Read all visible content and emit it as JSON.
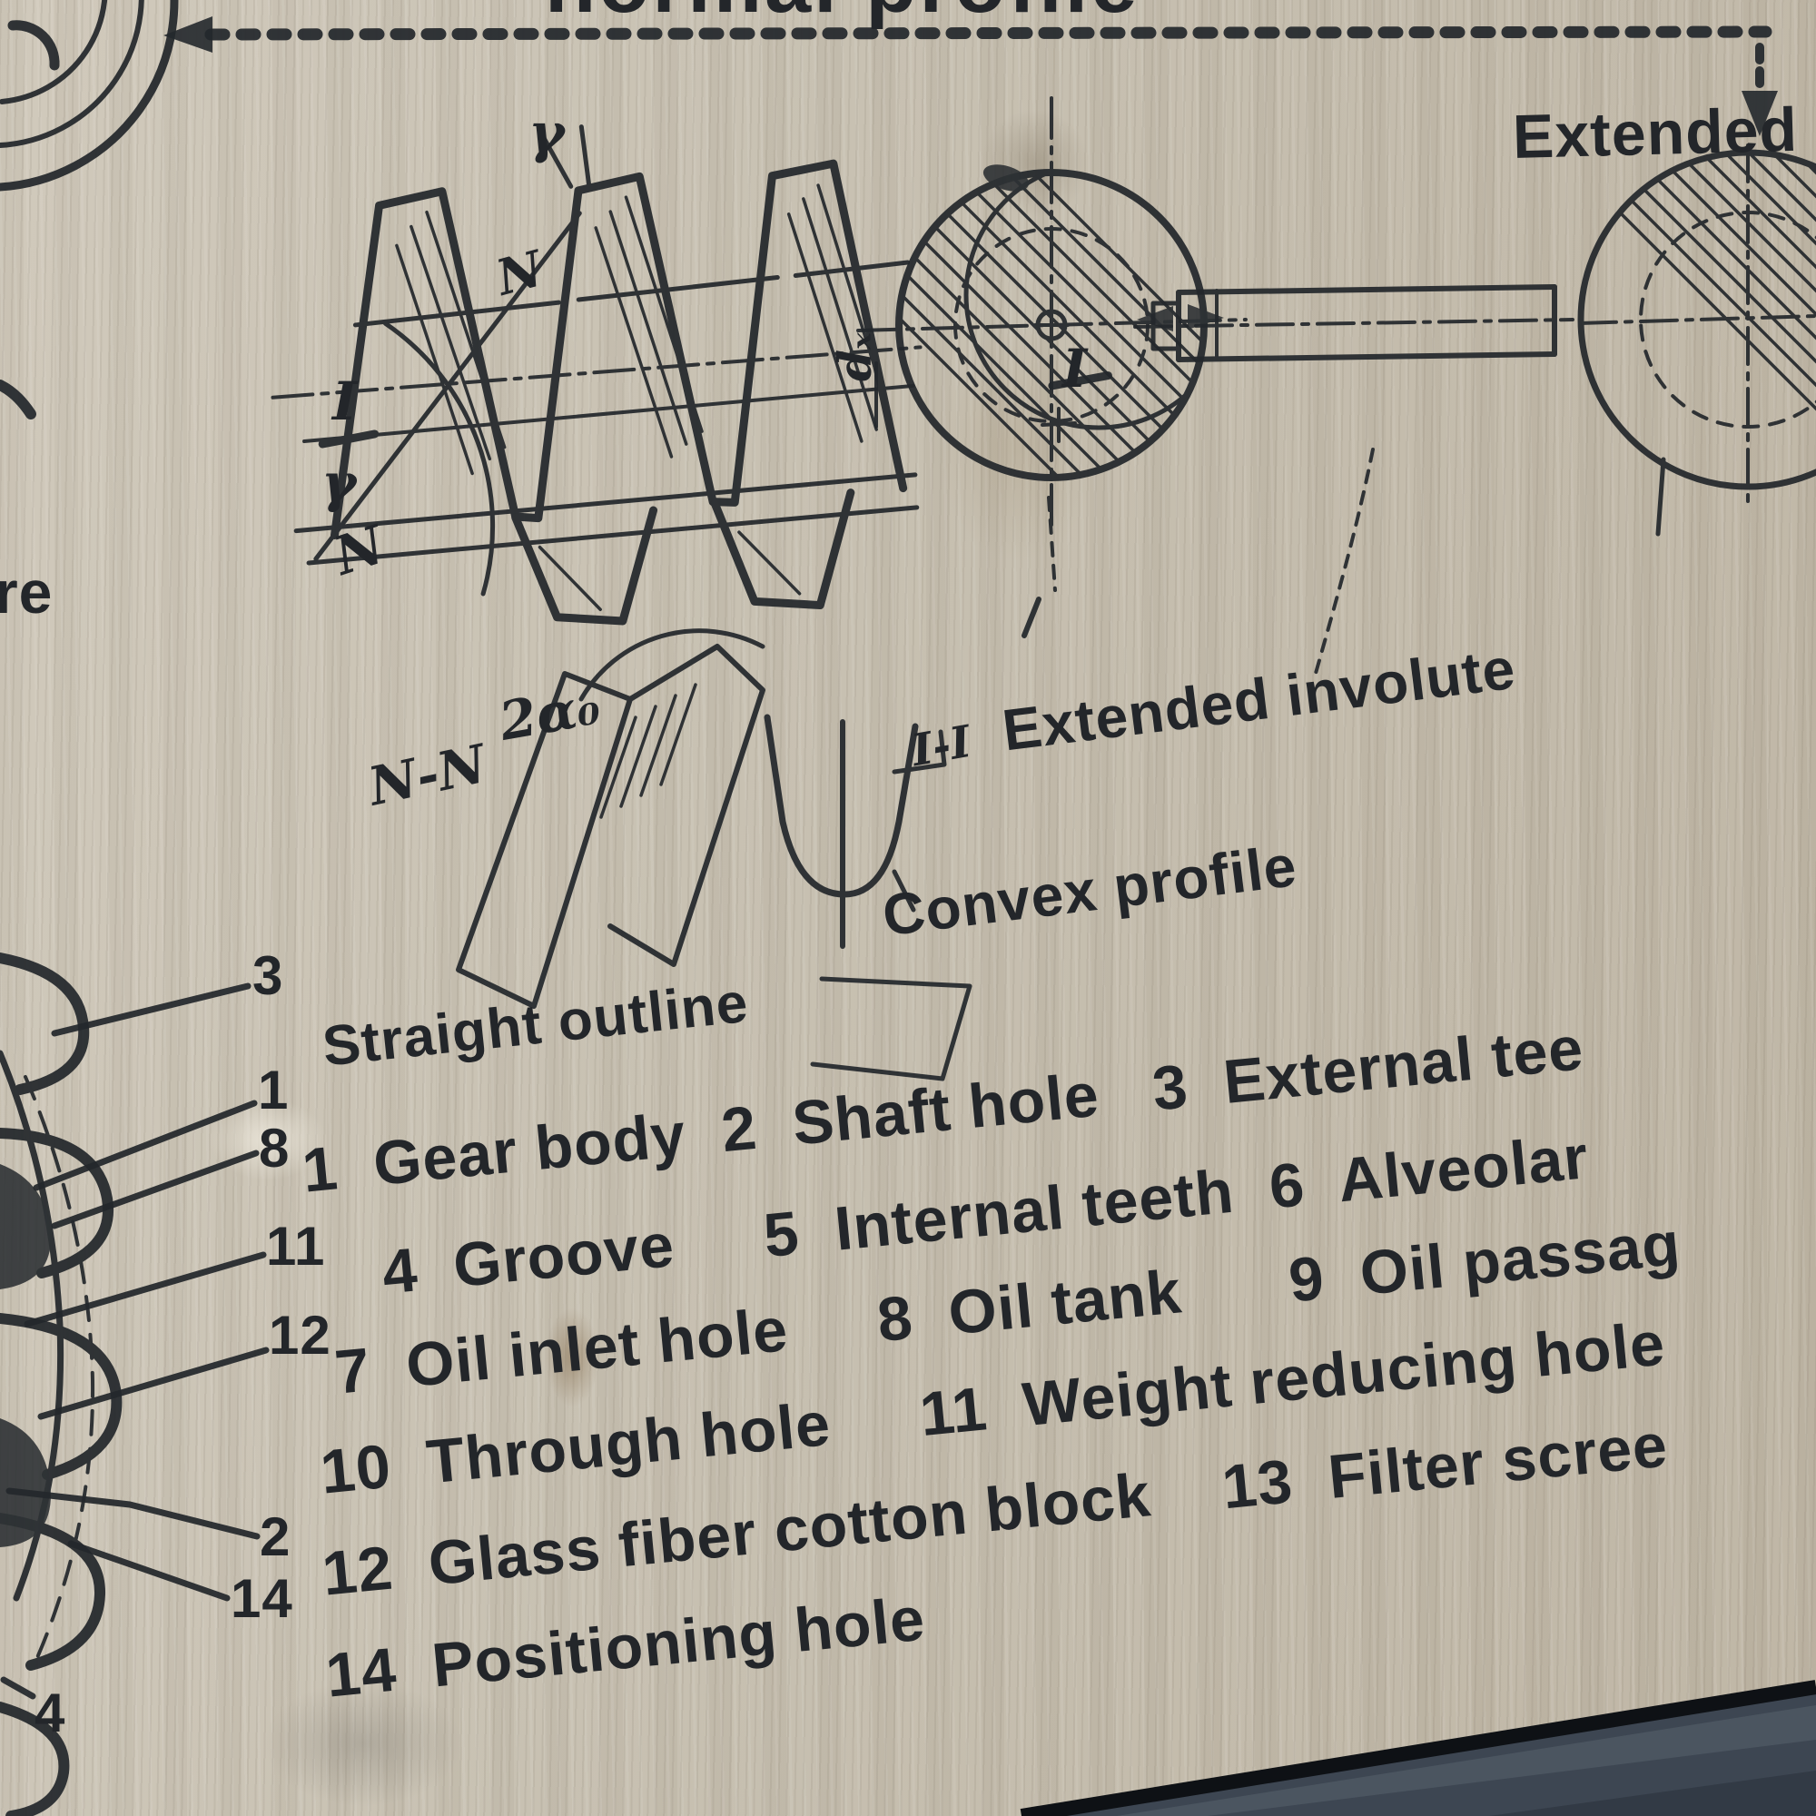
{
  "colors": {
    "ink": "#24282c",
    "wood": "#c7c0b1",
    "frame_dark": "#3d4652",
    "frame_edge": "#0e1115"
  },
  "header": {
    "top_label_fragment": "normal profile",
    "top_right_label": "Extended i",
    "left_edge_fragment": "re"
  },
  "worm_view": {
    "gamma_top": "γ",
    "i_left": "I",
    "gamma_left": "γ",
    "n_left": "N",
    "n_diagonal": "N",
    "i_right": "I",
    "d_dim": "dₓ"
  },
  "profile_views": {
    "section_nn": "N-N",
    "angle_label": "2α₀",
    "section_ii": "I-I",
    "extended_involute": "Extended involute",
    "convex_profile": "Convex profile",
    "straight_outline": "Straight outline"
  },
  "callouts": [
    "3",
    "1",
    "8",
    "11",
    "12",
    "2",
    "14",
    "4"
  ],
  "parts_list": {
    "rows": [
      "1  Gear body  2  Shaft hole   3  External tee",
      "4  Groove     5  Internal teeth  6  Alveolar",
      "7  Oil inlet hole     8  Oil tank      9  Oil passag",
      "10  Through hole     11  Weight reducing hole",
      "12  Glass fiber cotton block    13  Filter scree",
      "14  Positioning hole"
    ]
  }
}
